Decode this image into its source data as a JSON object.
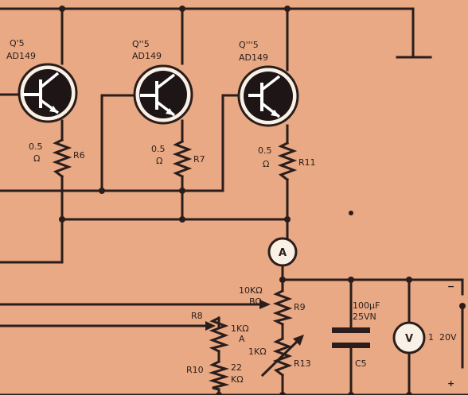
{
  "transistors": [
    {
      "ref": "Q'5",
      "part": "AD149"
    },
    {
      "ref": "Q''5",
      "part": "AD149"
    },
    {
      "ref": "Q'''5",
      "part": "AD149"
    }
  ],
  "emitter_resistors": [
    {
      "value": "0.5",
      "unit": "Ω",
      "ref": "R6"
    },
    {
      "value": "0.5",
      "unit": "Ω",
      "ref": "R7"
    },
    {
      "value": "0.5",
      "unit": "Ω",
      "ref": "R11"
    }
  ],
  "ammeter": {
    "symbol": "A"
  },
  "voltmeter": {
    "symbol": "V",
    "reading": "1  20V"
  },
  "r9": {
    "ref": "R9",
    "value": "10KΩ",
    "tag": "BΩ"
  },
  "r13": {
    "ref": "R13",
    "value": "1KΩ"
  },
  "r8": {
    "ref": "R8",
    "value": "1KΩ",
    "tag": "A"
  },
  "r10": {
    "ref": "R10",
    "value": "22",
    "unit": "KΩ"
  },
  "c5": {
    "ref": "C5",
    "value": "100µF",
    "rating": "25VN"
  },
  "polarity": {
    "minus": "−",
    "plus": "+"
  }
}
